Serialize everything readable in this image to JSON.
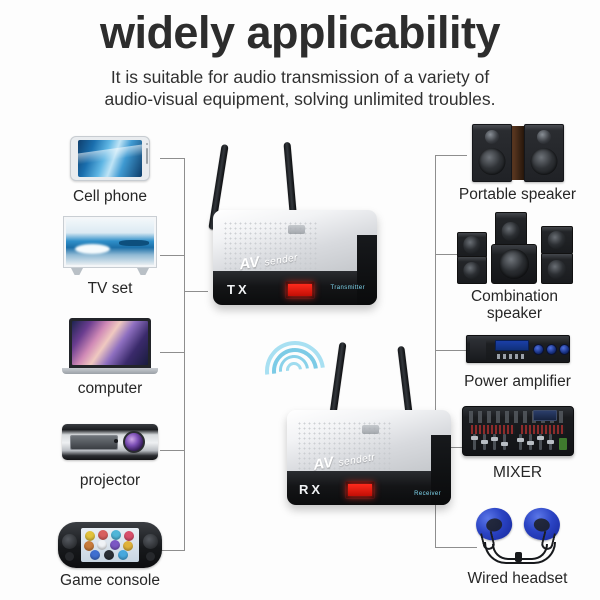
{
  "header": {
    "title": "widely applicability",
    "subtitle_line1": "It is suitable for audio transmission of a variety of",
    "subtitle_line2": "audio-visual equipment, solving unlimited troubles."
  },
  "sources": [
    {
      "label": "Cell phone",
      "icon": "smartphone-icon"
    },
    {
      "label": "TV set",
      "icon": "television-icon"
    },
    {
      "label": "computer",
      "icon": "laptop-icon"
    },
    {
      "label": "projector",
      "icon": "projector-icon"
    },
    {
      "label": "Game console",
      "icon": "handheld-game-console-icon"
    }
  ],
  "outputs": [
    {
      "label": "Portable speaker",
      "label2": "",
      "icon": "bookshelf-speakers-icon"
    },
    {
      "label": "Combination",
      "label2": "speaker",
      "icon": "surround-speaker-set-icon"
    },
    {
      "label": "Power amplifier",
      "label2": "",
      "icon": "power-amplifier-icon"
    },
    {
      "label": "MIXER",
      "label2": "",
      "icon": "mixing-console-icon"
    },
    {
      "label": "Wired headset",
      "label2": "",
      "icon": "wired-earphones-icon"
    }
  ],
  "devices": {
    "transmitter": {
      "id_label": "TX",
      "brand": "AV",
      "brand_sub": "sender",
      "role_label": "Transmitter",
      "display_value": ""
    },
    "receiver": {
      "id_label": "RX",
      "brand": "AV",
      "brand_sub": "sendetr",
      "role_label": "Receiver",
      "display_value": ""
    }
  },
  "colors": {
    "title": "#2d2d2d",
    "line": "#8e8e8e",
    "led_red": "#ff2a1c",
    "wifi_blue": "#8ad2ea",
    "background": "#fdfdfd"
  }
}
